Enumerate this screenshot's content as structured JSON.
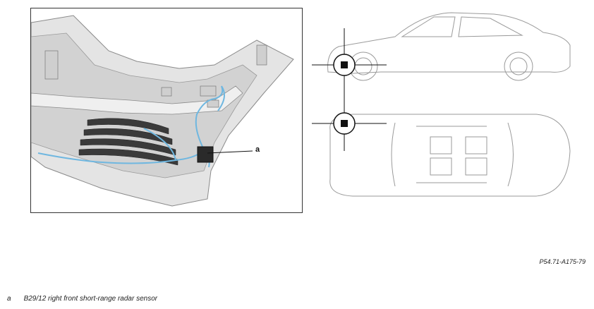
{
  "figure": {
    "callout_letter": "a",
    "reference_code": "P54.71-A175-79"
  },
  "legend": {
    "items": [
      {
        "key": "a",
        "text": "B29/12 right front short-range radar sensor"
      }
    ]
  },
  "colors": {
    "cable": "#6fb7e0",
    "part_fill": "#d9d9d9",
    "part_stroke": "#8a8a8a",
    "sensor": "#2a2a2a"
  }
}
